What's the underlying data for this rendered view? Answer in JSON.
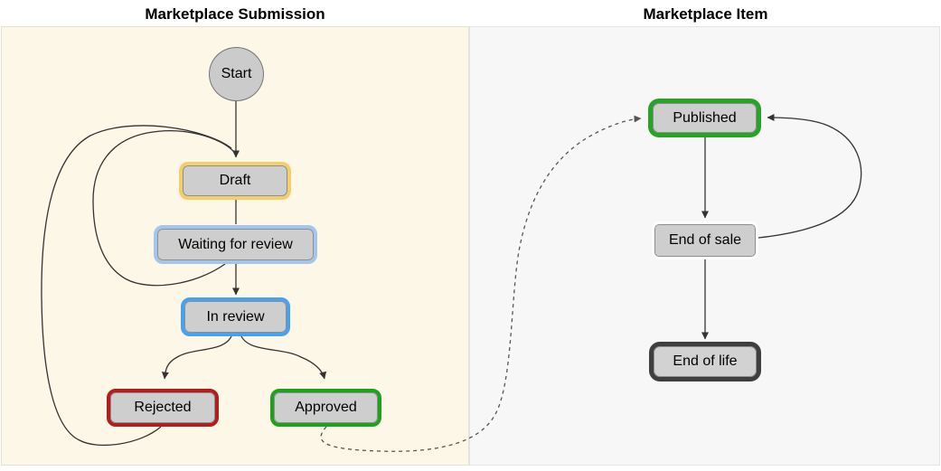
{
  "diagram": {
    "type": "state-diagram",
    "edge_color": "#333333",
    "dashed_edge_color": "#555555",
    "sections": [
      {
        "id": "submission",
        "title": "Marketplace Submission",
        "background": "#fdf7e7"
      },
      {
        "id": "item",
        "title": "Marketplace Item",
        "background": "#f7f7f7"
      }
    ],
    "nodes": [
      {
        "id": "start",
        "label": "Start",
        "shape": "circle",
        "section": "submission",
        "border_color": "#757575",
        "fill": "#cbcbcb"
      },
      {
        "id": "draft",
        "label": "Draft",
        "shape": "rect",
        "section": "submission",
        "border_color": "#f3cf6b",
        "fill": "#cecece"
      },
      {
        "id": "waiting",
        "label": "Waiting for review",
        "shape": "rect",
        "section": "submission",
        "border_color": "#a4c6ec",
        "fill": "#cecece"
      },
      {
        "id": "in-review",
        "label": "In review",
        "shape": "rect",
        "section": "submission",
        "border_color": "#47a1f1",
        "fill": "#cecece"
      },
      {
        "id": "rejected",
        "label": "Rejected",
        "shape": "rect",
        "section": "submission",
        "border_color": "#b21d1d",
        "fill": "#cecece"
      },
      {
        "id": "approved",
        "label": "Approved",
        "shape": "rect",
        "section": "submission",
        "border_color": "#1ea21e",
        "fill": "#cecece"
      },
      {
        "id": "published",
        "label": "Published",
        "shape": "rect",
        "section": "item",
        "border_color": "#27a327",
        "fill": "#cecece"
      },
      {
        "id": "end-of-sale",
        "label": "End of sale",
        "shape": "rect",
        "section": "item",
        "border_color": "#ffffff",
        "fill": "#cecece"
      },
      {
        "id": "end-of-life",
        "label": "End of life",
        "shape": "rect",
        "section": "item",
        "border_color": "#3f3f3f",
        "fill": "#d2d2d2"
      }
    ],
    "edges": [
      {
        "from": "Start",
        "to": "Draft",
        "style": "solid"
      },
      {
        "from": "Draft",
        "to": "Waiting for review",
        "style": "solid"
      },
      {
        "from": "Waiting for review",
        "to": "In review",
        "style": "solid"
      },
      {
        "from": "Waiting for review",
        "to": "Draft",
        "style": "solid"
      },
      {
        "from": "In review",
        "to": "Rejected",
        "style": "solid"
      },
      {
        "from": "In review",
        "to": "Approved",
        "style": "solid"
      },
      {
        "from": "Rejected",
        "to": "Draft",
        "style": "solid"
      },
      {
        "from": "Approved",
        "to": "Published",
        "style": "dashed"
      },
      {
        "from": "Published",
        "to": "End of sale",
        "style": "solid"
      },
      {
        "from": "End of sale",
        "to": "Published",
        "style": "solid"
      },
      {
        "from": "End of sale",
        "to": "End of life",
        "style": "solid"
      }
    ]
  }
}
